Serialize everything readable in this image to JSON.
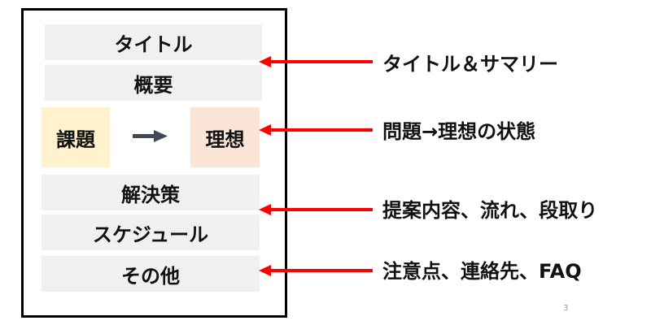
{
  "diagram": {
    "sections": {
      "title": "タイトル",
      "summary": "概要",
      "problem": "課題",
      "ideal": "理想",
      "solution": "解決策",
      "schedule": "スケジュール",
      "other": "その他"
    },
    "annotations": [
      "タイトル＆サマリー",
      "問題→理想の状態",
      "提案内容、流れ、段取り",
      "注意点、連絡先、FAQ"
    ],
    "colors": {
      "problem_bg": "#FFF2CC",
      "ideal_bg": "#FBE5D6",
      "section_bg": "#F0F0F0",
      "annotation_arrow": "#FF0000",
      "flow_arrow": "#44475A"
    },
    "page_number": "3"
  }
}
